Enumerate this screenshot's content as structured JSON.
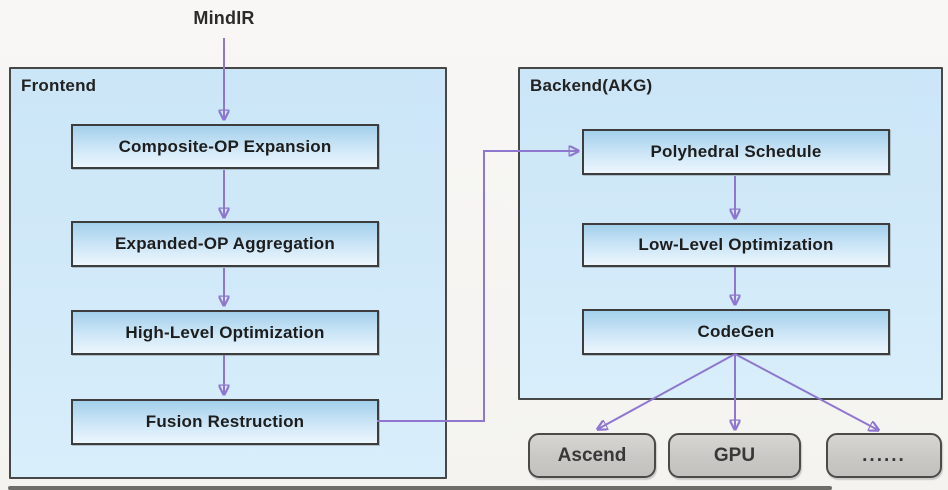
{
  "diagram": {
    "input_label": "MindIR",
    "frontend": {
      "title": "Frontend",
      "steps": [
        "Composite-OP Expansion",
        "Expanded-OP Aggregation",
        "High-Level Optimization",
        "Fusion Restruction"
      ]
    },
    "backend": {
      "title": "Backend(AKG)",
      "steps": [
        "Polyhedral Schedule",
        "Low-Level Optimization",
        "CodeGen"
      ]
    },
    "targets": [
      "Ascend",
      "GPU",
      "......"
    ],
    "colors": {
      "container_fill": "#cde7f8",
      "container_border": "#474747",
      "node_gradient_top": "#a3cfeb",
      "node_gradient_bottom": "#ecf6fd",
      "node_border": "#3d3d3d",
      "target_fill": "#c9c8c4",
      "edge_line": "#8f76cf",
      "edge_arrowhead": "#7e14c8",
      "text": "#1d1d1d"
    }
  }
}
